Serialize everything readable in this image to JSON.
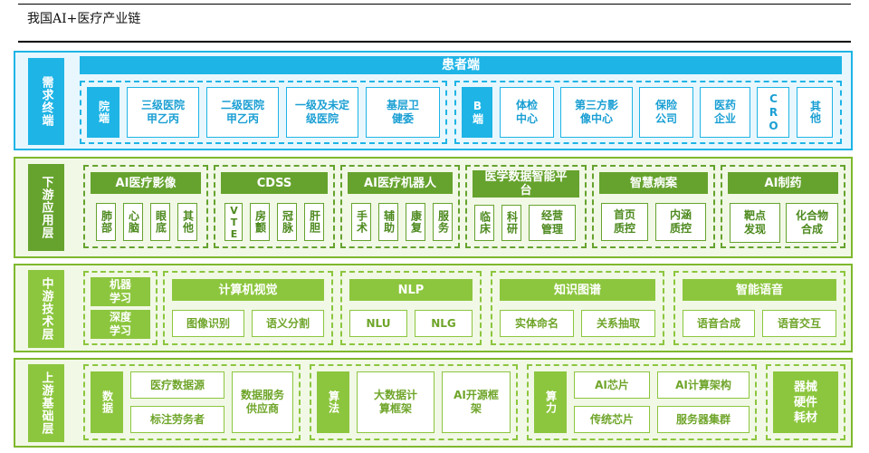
{
  "title": "我国AI+医疗产业链",
  "layers": {
    "demand": {
      "label": "需求终端",
      "header": "患者端",
      "hospital_label": "院端",
      "hospitals": [
        "三级医院甲乙丙",
        "二级医院甲乙丙",
        "一级及未定级医院",
        "基层卫健委"
      ],
      "b_label": "B端",
      "b_items": [
        "体检中心",
        "第三方影像中心",
        "保险公司",
        "医药企业",
        "CRO",
        "其他"
      ]
    },
    "downstream": {
      "label": "下游应用层",
      "groups": [
        {
          "title": "AI医疗影像",
          "items": [
            "肺部",
            "心脑",
            "眼底",
            "其他"
          ]
        },
        {
          "title": "CDSS",
          "items": [
            "VTE",
            "房颤",
            "冠脉",
            "肝胆"
          ]
        },
        {
          "title": "AI医疗机器人",
          "items": [
            "手术",
            "辅助",
            "康复",
            "服务"
          ]
        },
        {
          "title": "医学数据智能平台",
          "items": [
            "临床",
            "科研",
            "经营管理"
          ]
        },
        {
          "title": "智慧病案",
          "items": [
            "首页质控",
            "内涵质控"
          ]
        },
        {
          "title": "AI制药",
          "items": [
            "靶点发现",
            "化合物合成"
          ]
        }
      ]
    },
    "midstream": {
      "label": "中游技术层",
      "ml": [
        "机器学习",
        "深度学习"
      ],
      "groups": [
        {
          "title": "计算机视觉",
          "items": [
            "图像识别",
            "语义分割"
          ]
        },
        {
          "title": "NLP",
          "items": [
            "NLU",
            "NLG"
          ]
        },
        {
          "title": "知识图谱",
          "items": [
            "实体命名",
            "关系抽取"
          ]
        },
        {
          "title": "智能语音",
          "items": [
            "语音合成",
            "语音交互"
          ]
        }
      ]
    },
    "upstream": {
      "label": "上游基础层",
      "data": {
        "label": "数据",
        "items": [
          "医疗数据源",
          "标注劳务者",
          "数据服务供应商"
        ]
      },
      "algo": {
        "label": "算法",
        "items": [
          "大数据计算框架",
          "AI开源框架"
        ]
      },
      "compute": {
        "label": "算力",
        "items": [
          "AI芯片",
          "AI计算架构",
          "传统芯片",
          "服务器集群"
        ]
      },
      "hardware": "器械硬件耗材"
    }
  },
  "colors": {
    "blue": "#1eb4e6",
    "green_dark": "#66a32e",
    "green_light": "#8cc63e"
  }
}
